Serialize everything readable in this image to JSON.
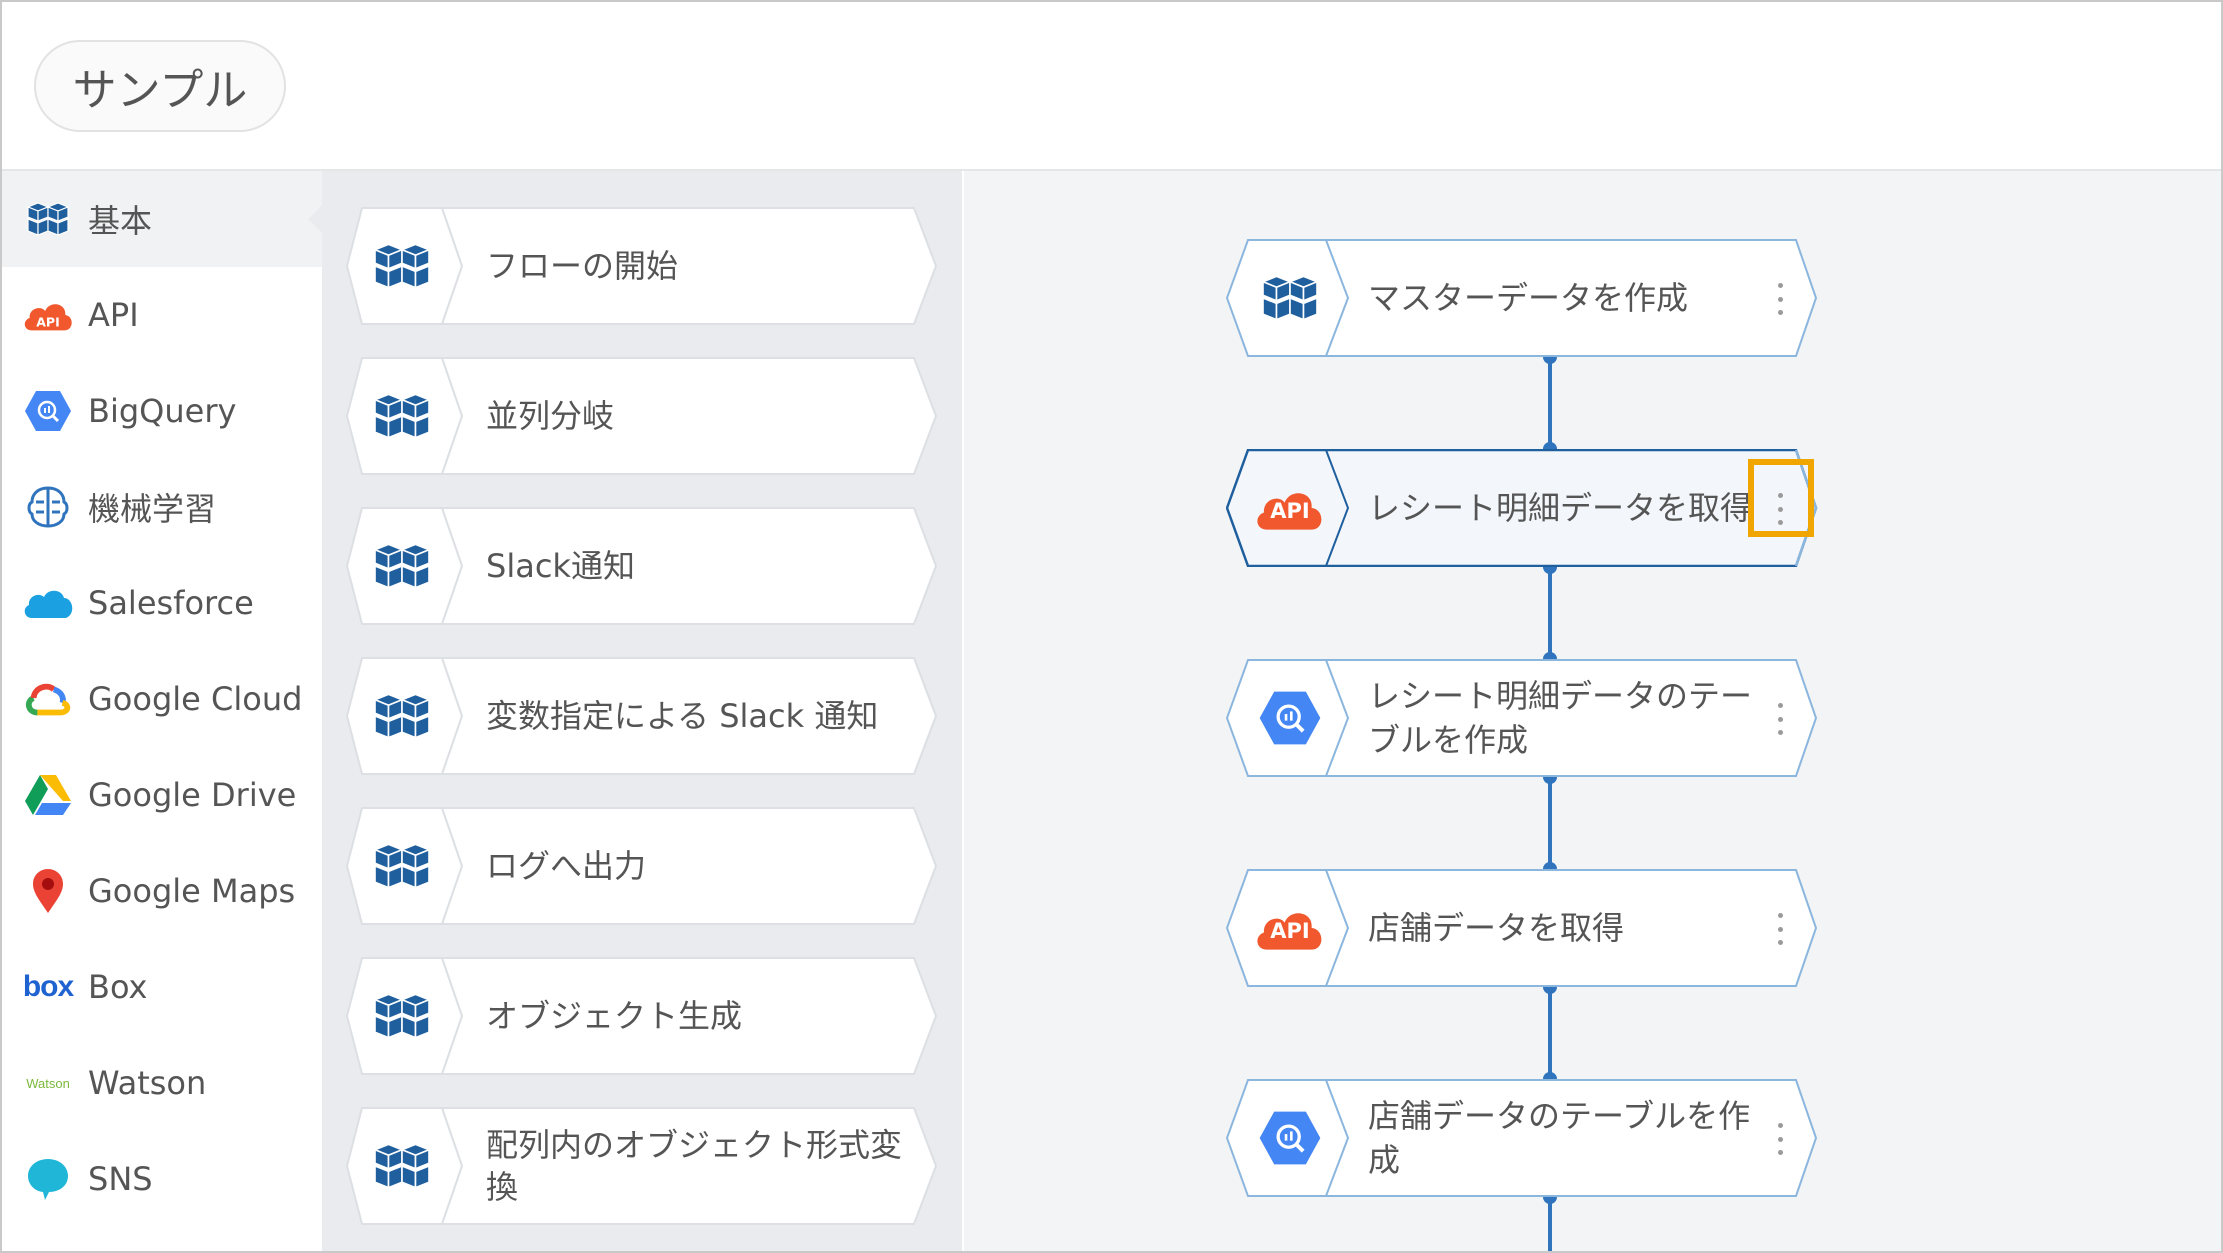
{
  "header": {
    "title": "サンプル"
  },
  "colors": {
    "accent_blue": "#2f74bd",
    "api_orange": "#f1582d",
    "bigquery_blue": "#4386f4",
    "highlight_orange": "#f0a500"
  },
  "sidebar": {
    "items": [
      {
        "label": "基本",
        "icon": "cube-icon",
        "active": true
      },
      {
        "label": "API",
        "icon": "api-cloud-icon"
      },
      {
        "label": "BigQuery",
        "icon": "bigquery-icon"
      },
      {
        "label": "機械学習",
        "icon": "brain-icon"
      },
      {
        "label": "Salesforce",
        "icon": "salesforce-cloud-icon"
      },
      {
        "label": "Google Cloud",
        "icon": "google-cloud-icon"
      },
      {
        "label": "Google Drive",
        "icon": "google-drive-icon"
      },
      {
        "label": "Google Maps",
        "icon": "map-pin-icon"
      },
      {
        "label": "Box",
        "icon": "box-logo-icon",
        "logo_text": "box"
      },
      {
        "label": "Watson",
        "icon": "watson-logo-icon",
        "logo_text": "Watson"
      },
      {
        "label": "SNS",
        "icon": "chat-bubble-icon"
      }
    ]
  },
  "palette": {
    "items": [
      {
        "label": "フローの開始"
      },
      {
        "label": "並列分岐"
      },
      {
        "label": "Slack通知"
      },
      {
        "label": "変数指定による Slack 通知"
      },
      {
        "label": "ログへ出力"
      },
      {
        "label": "オブジェクト生成"
      },
      {
        "label": "配列内のオブジェクト形式変換"
      }
    ]
  },
  "flow": {
    "nodes": [
      {
        "label": "マスターデータを作成",
        "icon": "cube-icon"
      },
      {
        "label": "レシート明細データを取得",
        "icon": "api-cloud-icon",
        "selected": true,
        "api_text": "API"
      },
      {
        "label": "レシート明細データのテーブルを作成",
        "icon": "bigquery-icon"
      },
      {
        "label": "店舗データを取得",
        "icon": "api-cloud-icon",
        "api_text": "API"
      },
      {
        "label": "店舗データのテーブルを作成",
        "icon": "bigquery-icon"
      }
    ]
  }
}
